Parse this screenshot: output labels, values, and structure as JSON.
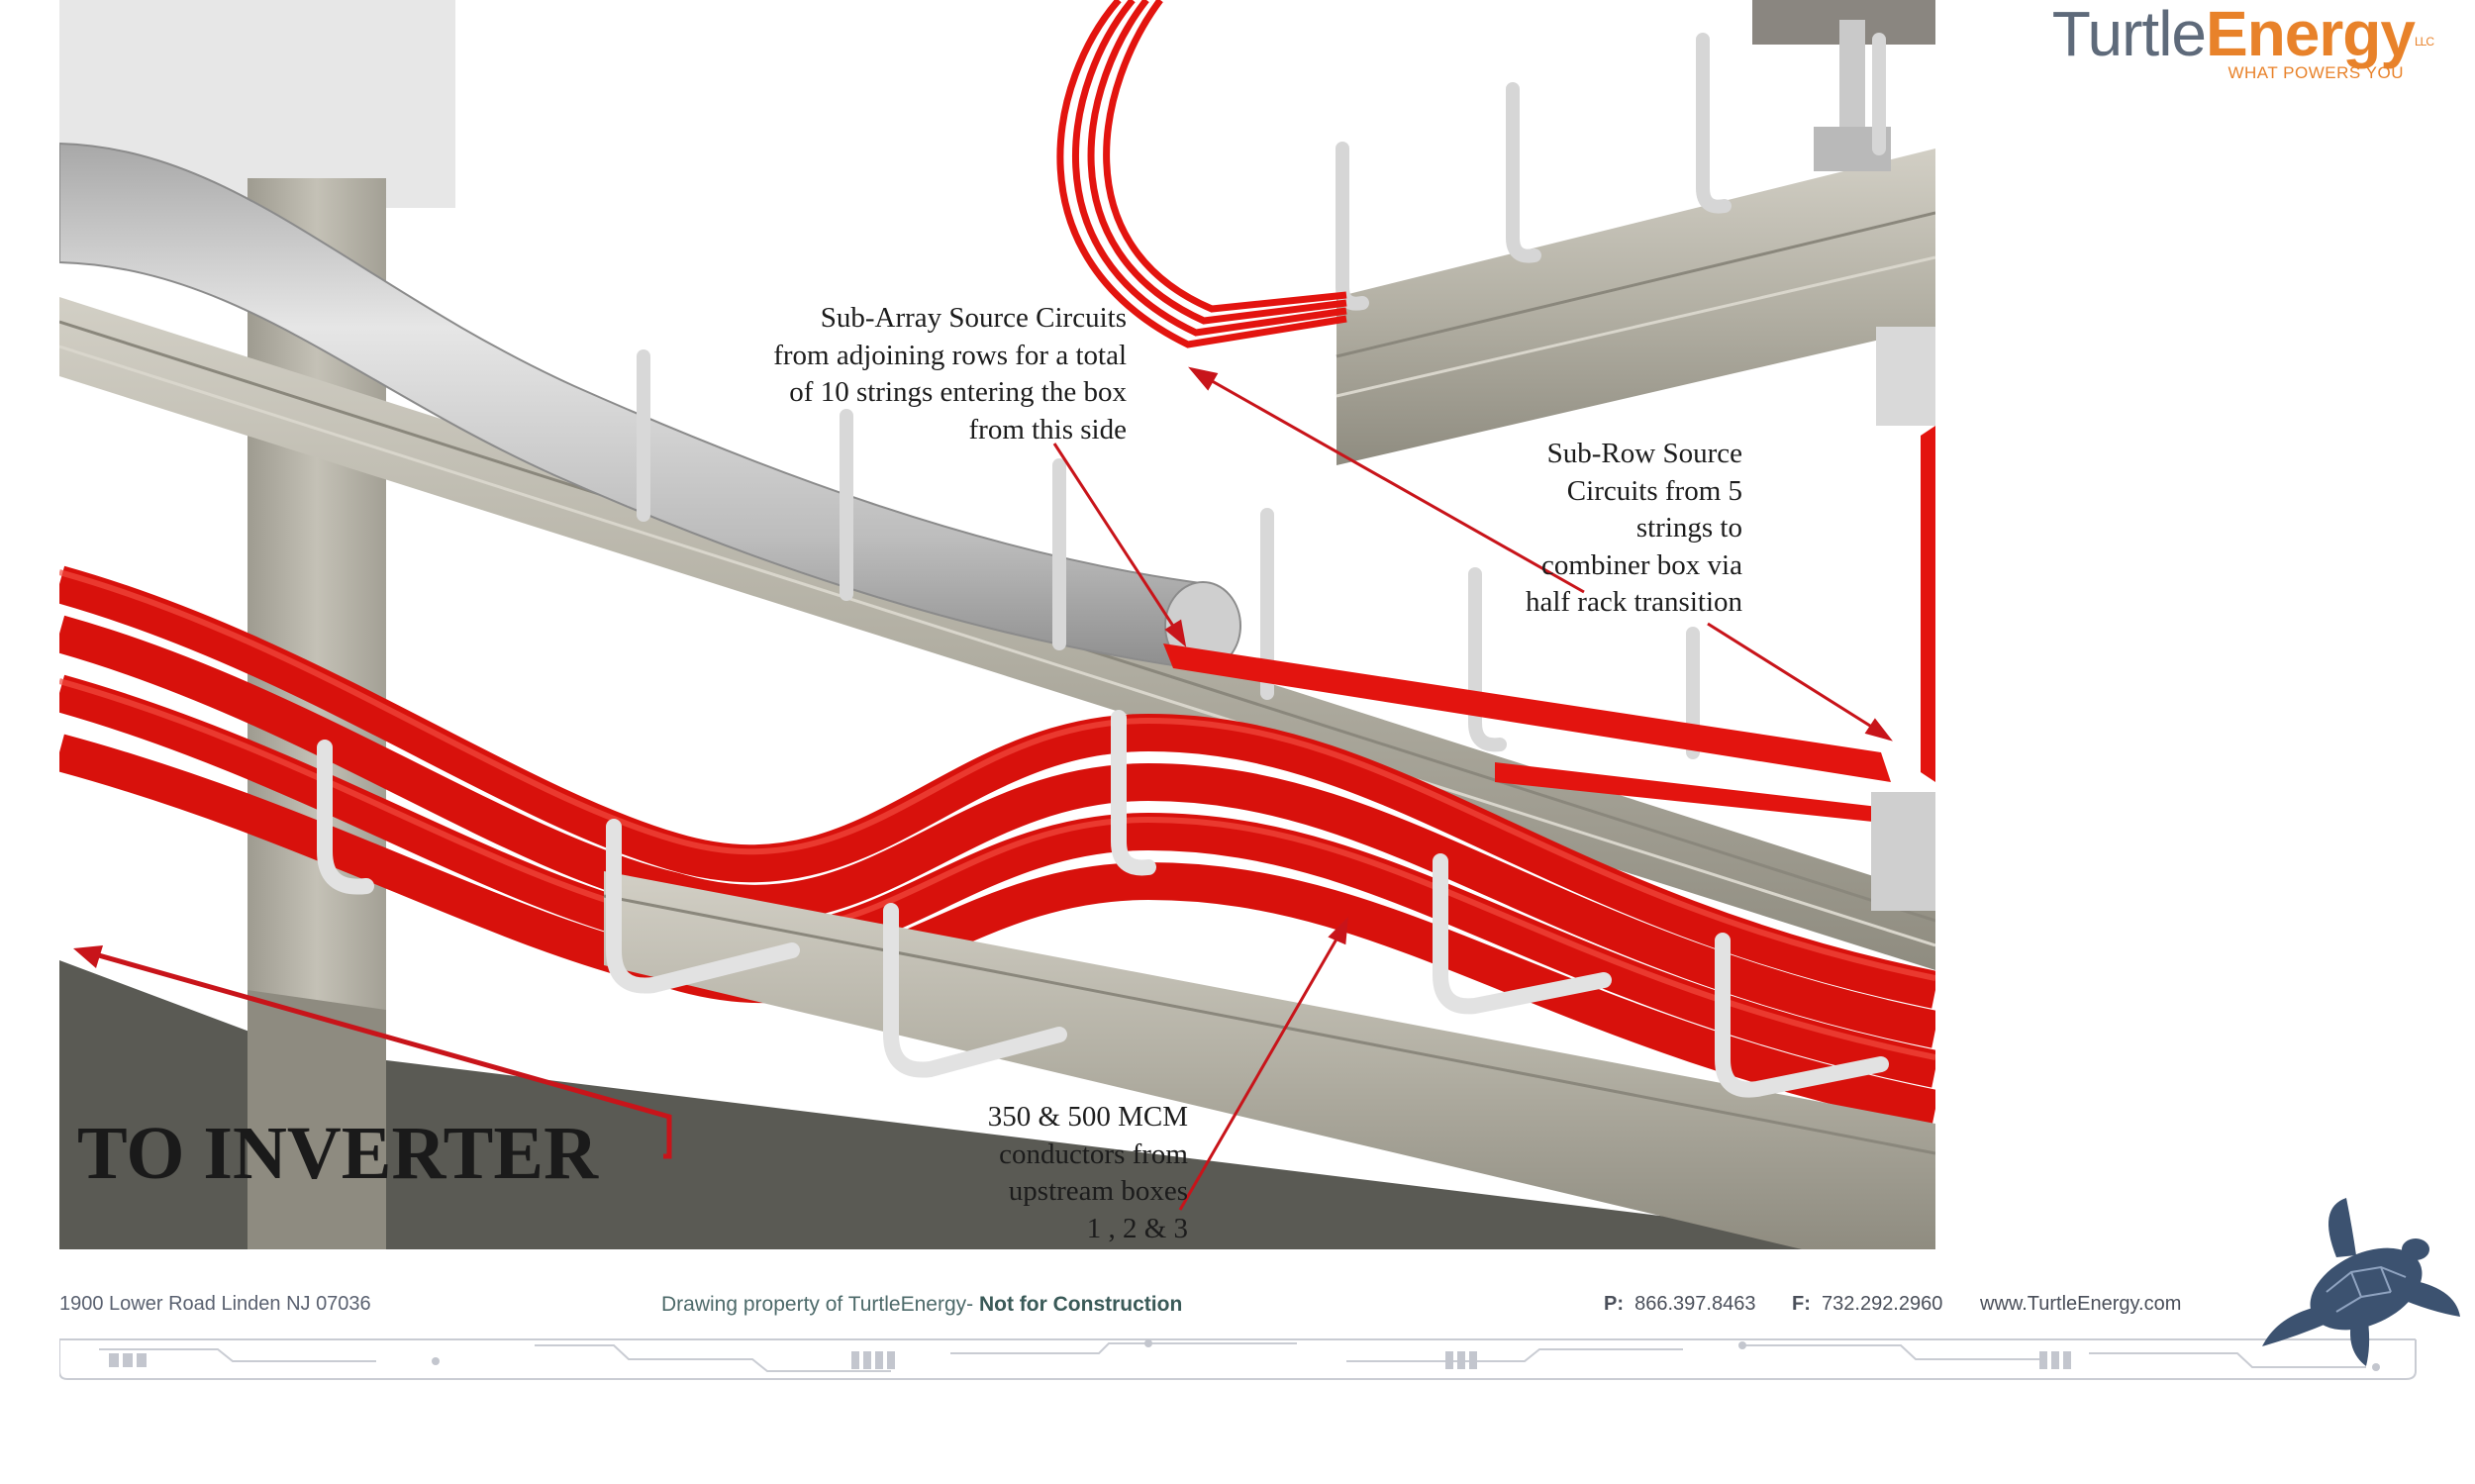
{
  "brand": {
    "name_part1": "Turtle",
    "name_part2": "Energy",
    "suffix": "LLC",
    "tagline": "WHAT POWERS YOU"
  },
  "callouts": {
    "sub_array": "Sub-Array Source Circuits\nfrom adjoining rows for a total\nof 10 strings entering the box\nfrom this side",
    "sub_row": "Sub-Row Source\nCircuits from 5\nstrings to\ncombiner box via\nhalf rack transition",
    "mcm": "350 & 500 MCM\nconductors from\nupstream boxes\n1 , 2 & 3",
    "to_inverter": "TO INVERTER"
  },
  "footer": {
    "address": "1900 Lower Road   Linden NJ   07036",
    "property_prefix": "Drawing property of TurtleEnergy-",
    "property_bold": "Not for Construction",
    "phone_label": "P:",
    "phone": "866.397.8463",
    "fax_label": "F:",
    "fax": "732.292.2960",
    "website": "www.TurtleEnergy.com"
  },
  "colors": {
    "conductor_red": "#e3140f",
    "rail_gray": "#b5b2a6",
    "conduit_gray": "#c4c4c4",
    "floor_dark": "#5a5a54",
    "brand_orange": "#e8822a",
    "brand_slate": "#5e6a7a",
    "turtle_blue": "#3c5270"
  }
}
